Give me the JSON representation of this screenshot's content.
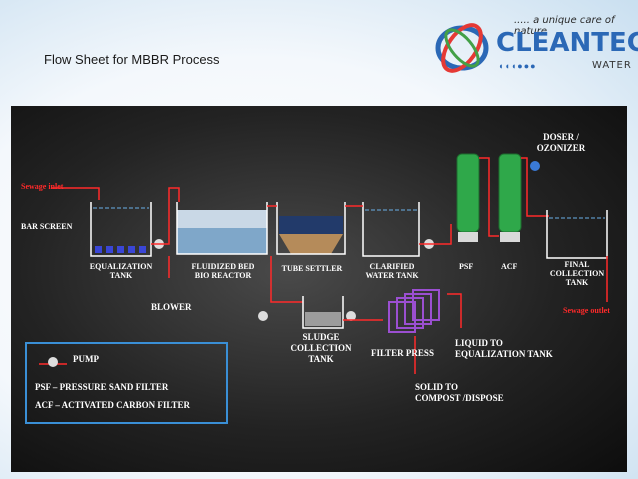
{
  "slide": {
    "title": "Flow Sheet for MBBR Process"
  },
  "logo": {
    "tagline": "..... a unique care of nature",
    "name": "CLEANTECH",
    "sub": "WATER"
  },
  "diagram": {
    "sewage_inlet": "Sewage inlet",
    "bar_screen": "BAR SCREEN",
    "equalization_tank": [
      "EQUALIZATION",
      "TANK"
    ],
    "fluidized_bed": [
      "FLUIDIZED BED",
      "BIO REACTOR"
    ],
    "tube_settler": "TUBE SETTLER",
    "clarified_tank": [
      "CLARIFIED",
      "WATER TANK"
    ],
    "psf": "PSF",
    "acf": "ACF",
    "final_tank": [
      "FINAL",
      "COLLECTION",
      "TANK"
    ],
    "doser": [
      "DOSER /",
      "OZONIZER"
    ],
    "blower": "BLOWER",
    "sludge_tank": [
      "SLUDGE",
      "COLLECTION",
      "TANK"
    ],
    "filter_press": "FILTER PRESS",
    "liquid_to": [
      "LIQUID TO",
      "EQUALIZATION TANK"
    ],
    "solid_to": [
      "SOLID TO",
      "COMPOST /DISPOSE"
    ],
    "sewage_outlet": "Sewage outlet"
  },
  "legend": {
    "pump": "PUMP",
    "psf_def": "PSF – PRESSURE SAND FILTER",
    "acf_def": "ACF – ACTIVATED CARBON FILTER"
  },
  "colors": {
    "flow_line": "#ff2a2a",
    "water": "#6ab0e8",
    "filter_green": "#2fa84a",
    "press_purple": "#9b4fd1",
    "legend_border": "#3a8fd6",
    "logo_blue": "#2b68b6"
  }
}
